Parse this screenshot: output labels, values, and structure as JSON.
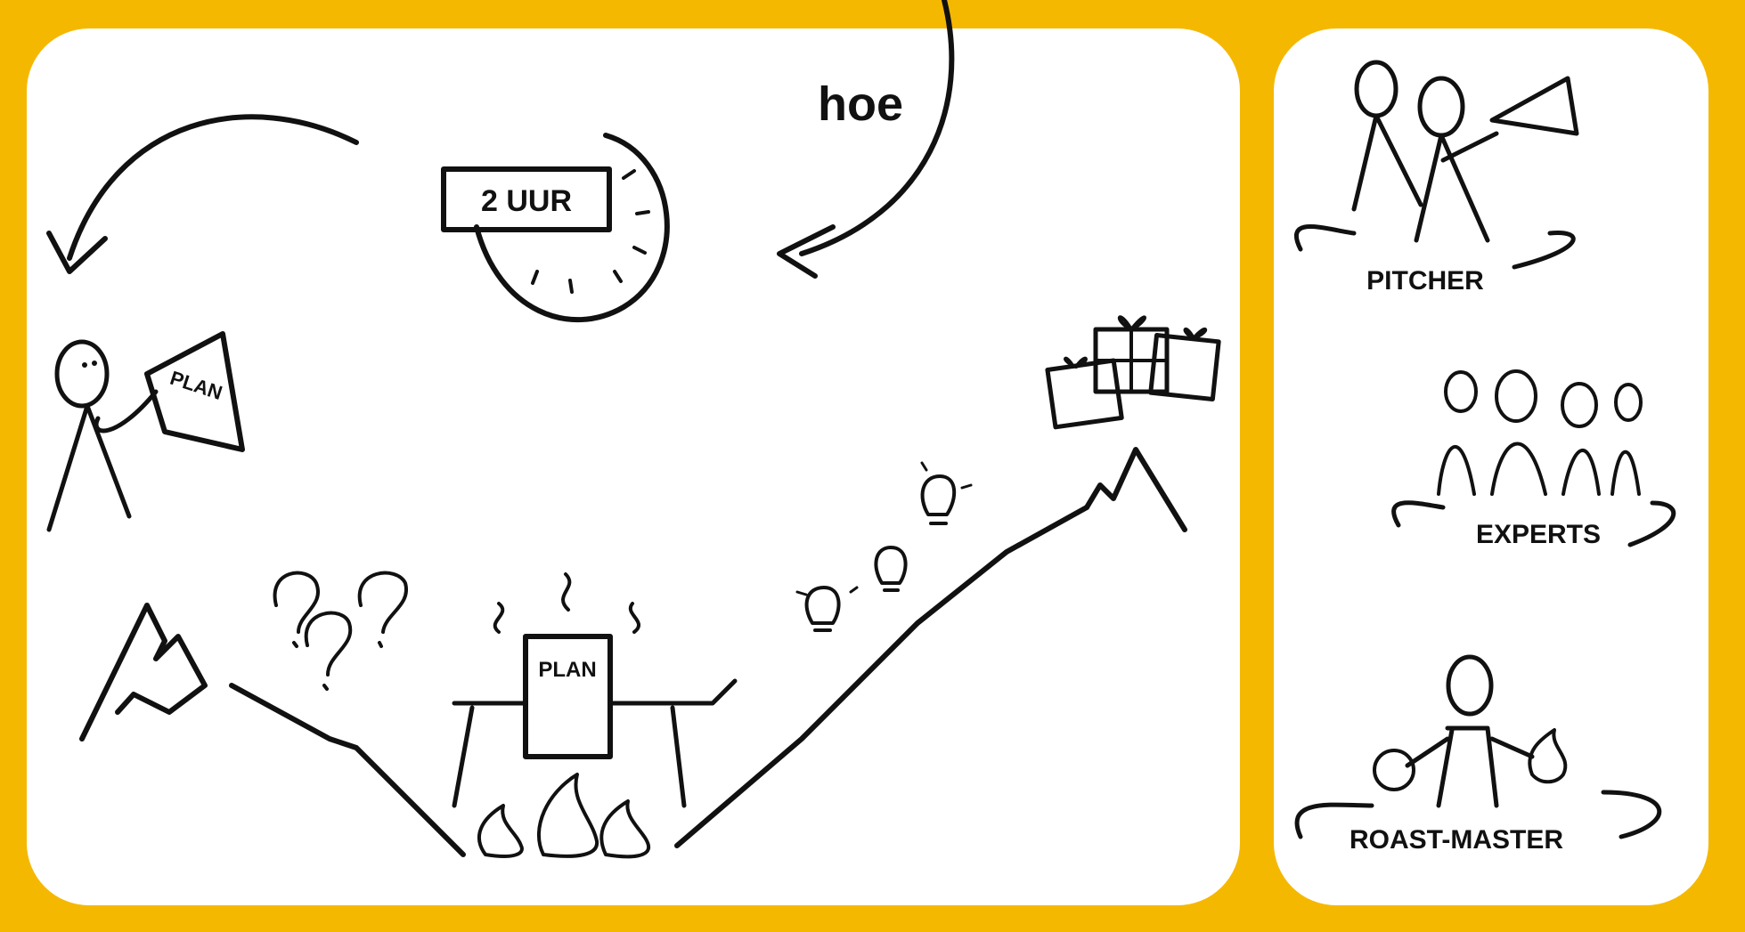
{
  "main": {
    "hoe_label": "hoe",
    "clock_label": "2 UUR",
    "plan_sign_label": "PLAN",
    "plan_roast_label": "PLAN"
  },
  "roles": {
    "pitcher": "PITCHER",
    "experts": "EXPERTS",
    "roast_master": "ROAST-MASTER"
  },
  "colors": {
    "background": "#F5B800",
    "panel": "#FFFFFF",
    "ink": "#111111"
  }
}
